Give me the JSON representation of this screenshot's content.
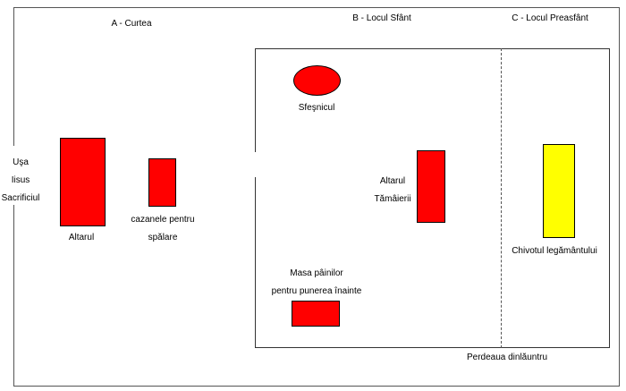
{
  "sections": {
    "courtyard": "A - Curtea",
    "holy_place": "B - Locul Sfânt",
    "holy_of_holies": "C - Locul Preasfânt"
  },
  "entrance": {
    "line1": "Uşa",
    "line2": "Iisus",
    "line3": "Sacrificiul"
  },
  "items": {
    "altar": "Altarul",
    "laver_line1": "cazanele pentru",
    "laver_line2": "spălare",
    "lampstand": "Sfeşnicul",
    "incense_line1": "Altarul",
    "incense_line2": "Tămâierii",
    "table_line1": "Masa pâinilor",
    "table_line2": "pentru punerea înainte",
    "ark": "Chivotul legământului"
  },
  "veil": "Perdeaua dinlăuntru",
  "colors": {
    "furniture": "#ff0000",
    "ark": "#ffff00",
    "outline": "#000000"
  }
}
